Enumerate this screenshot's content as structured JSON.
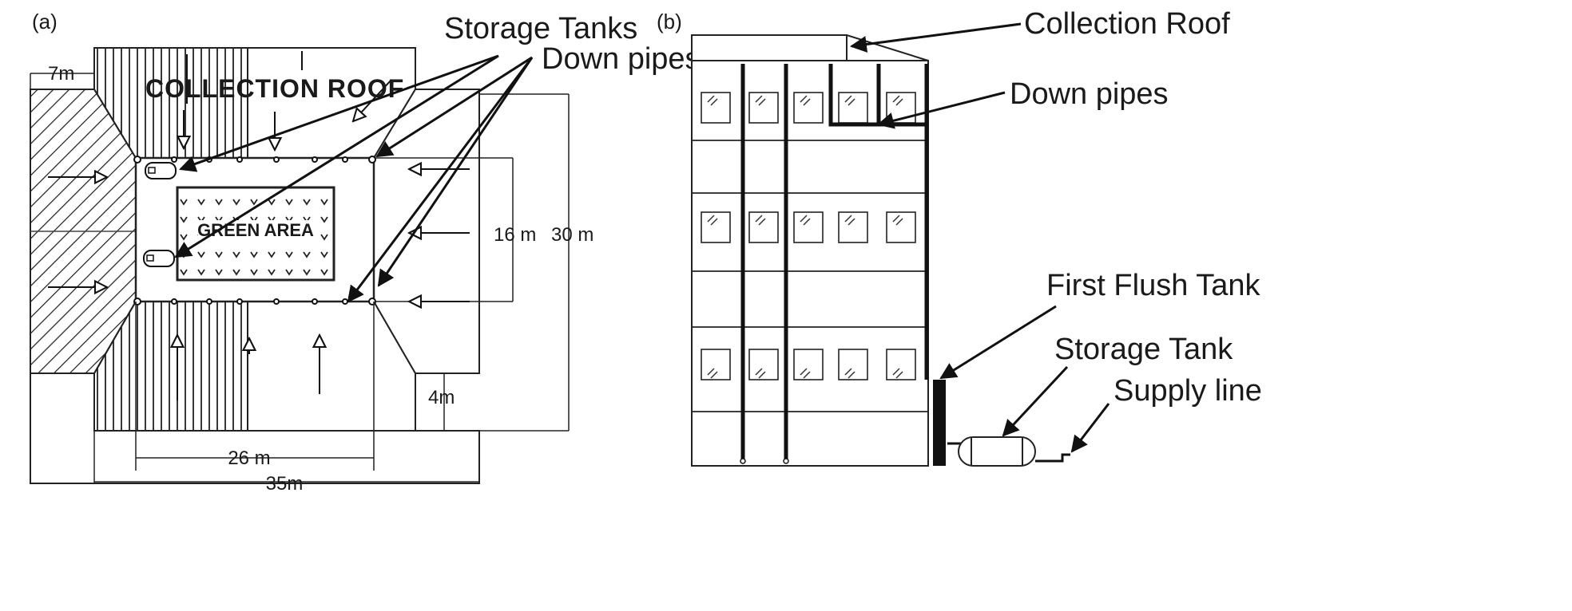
{
  "panel_a": {
    "label": "(a)",
    "roof_label": "COLLECTION ROOF",
    "green_label": "GREEN AREA",
    "callouts": {
      "storage_tanks": "Storage Tanks",
      "down_pipes": "Down pipes"
    },
    "dims": {
      "left_width": "7m",
      "inner_width": "26 m",
      "outer_width": "35m",
      "inner_height": "16 m",
      "outer_height": "30 m",
      "corner": "4m"
    }
  },
  "panel_b": {
    "label": "(b)",
    "callouts": {
      "collection_roof": "Collection Roof",
      "down_pipes": "Down pipes",
      "first_flush_tank": "First Flush Tank",
      "storage_tank": "Storage Tank",
      "supply_line": "Supply line"
    }
  },
  "colors": {
    "ink": "#1a1a1a",
    "background": "#ffffff"
  }
}
